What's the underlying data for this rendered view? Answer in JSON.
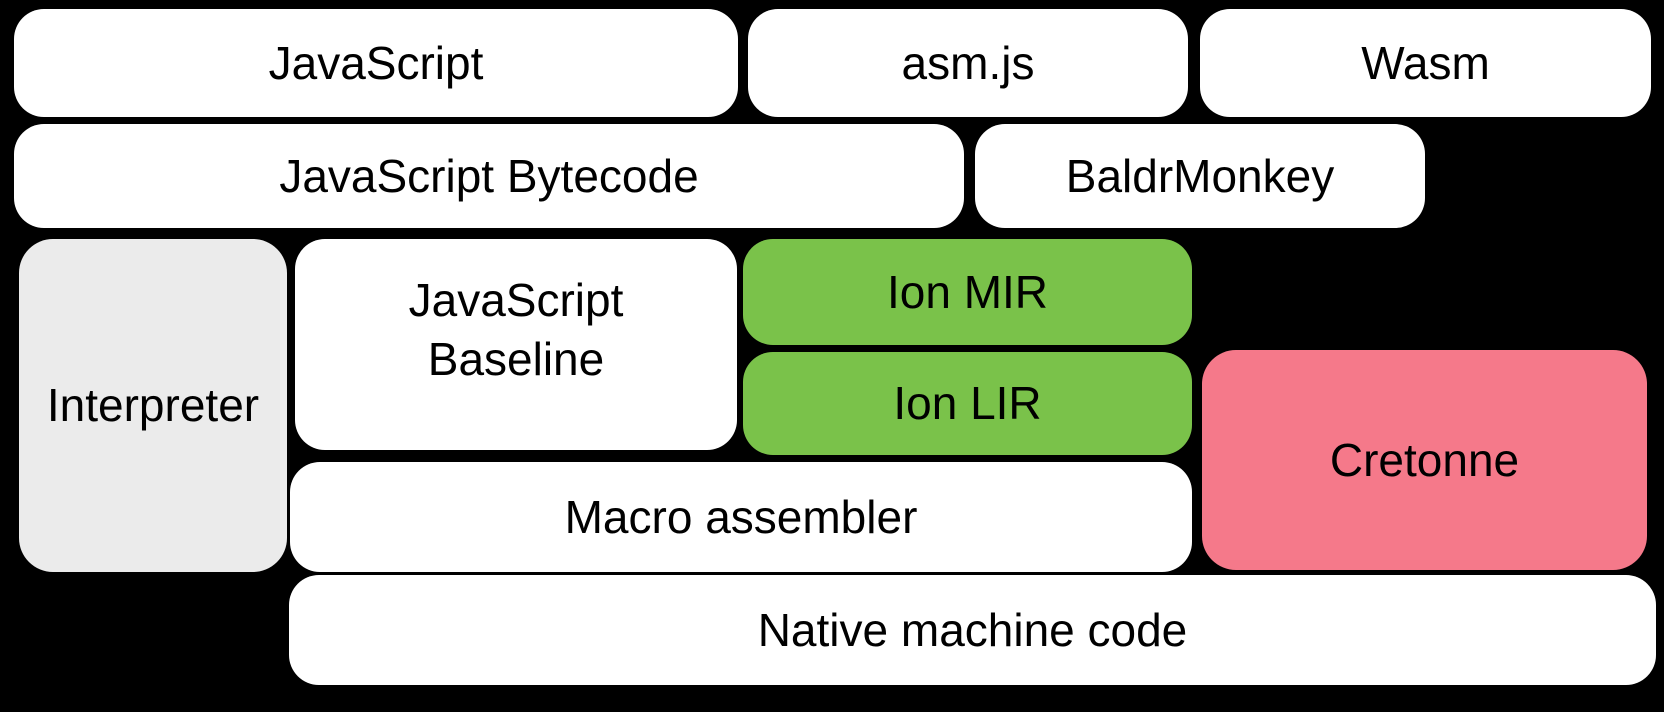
{
  "diagram": {
    "background": "#000000",
    "text_color": "#000000",
    "palette": {
      "white": "#ffffff",
      "gray": "#ebebeb",
      "green": "#7ac24a",
      "pink": "#f5798a"
    },
    "nodes": {
      "javascript": {
        "label": "JavaScript",
        "fill": "#ffffff"
      },
      "asmjs": {
        "label": "asm.js",
        "fill": "#ffffff"
      },
      "wasm": {
        "label": "Wasm",
        "fill": "#ffffff"
      },
      "javascript_bytecode": {
        "label": "JavaScript Bytecode",
        "fill": "#ffffff"
      },
      "baldrmonkey": {
        "label": "BaldrMonkey",
        "fill": "#ffffff"
      },
      "interpreter": {
        "label": "Interpreter",
        "fill": "#ebebeb"
      },
      "javascript_baseline": {
        "line1": "JavaScript",
        "line2": "Baseline",
        "fill": "#ffffff"
      },
      "ion_mir": {
        "label": "Ion MIR",
        "fill": "#7ac24a"
      },
      "ion_lir": {
        "label": "Ion LIR",
        "fill": "#7ac24a"
      },
      "cretonne": {
        "label": "Cretonne",
        "fill": "#f5798a"
      },
      "macro_assembler": {
        "label": "Macro assembler",
        "fill": "#ffffff"
      },
      "native_machine_code": {
        "label": "Native machine code",
        "fill": "#ffffff"
      }
    }
  }
}
